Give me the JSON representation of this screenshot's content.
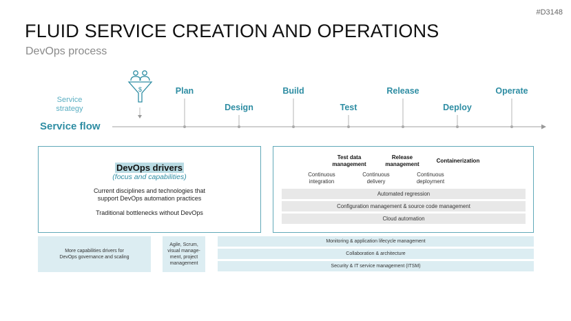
{
  "code": "#D3148",
  "title": "FLUID SERVICE CREATION AND OPERATIONS",
  "subtitle": "DevOps process",
  "strategy_label": "Service strategy",
  "flow_label": "Service flow",
  "stages": [
    {
      "label": "Plan"
    },
    {
      "label": "Design"
    },
    {
      "label": "Build"
    },
    {
      "label": "Test"
    },
    {
      "label": "Release"
    },
    {
      "label": "Deploy"
    },
    {
      "label": "Operate"
    }
  ],
  "drivers": {
    "title": "DevOps drivers",
    "subtitle": "(focus and capabilities)",
    "line1": "Current disciplines and technologies that support DevOps automation practices",
    "line2": "Traditional bottlenecks without DevOps"
  },
  "capabilities": {
    "headers": [
      "Test data management",
      "Release management",
      "Containerization"
    ],
    "items": [
      "Continuous integration",
      "Continuous delivery",
      "Continuous deployment"
    ],
    "bars": [
      "Automated regression",
      "Configuration management & source code management",
      "Cloud automation"
    ]
  },
  "bottom": {
    "governance": "More capabilities drivers for DevOps governance and scaling",
    "agile": "Agile, Scrum, visual manage-ment, project management",
    "bars": [
      "Monitoring & application lifecycle management",
      "Collaboration & architecture",
      "Security & IT service management (ITSM)"
    ]
  },
  "colors": {
    "accent": "#2e8da3",
    "light_accent": "#dcedf2",
    "box_border": "#5fa8b8",
    "gray_bar": "#e8e8e8"
  },
  "icons": [
    "funnel-people-dollar-icon"
  ]
}
